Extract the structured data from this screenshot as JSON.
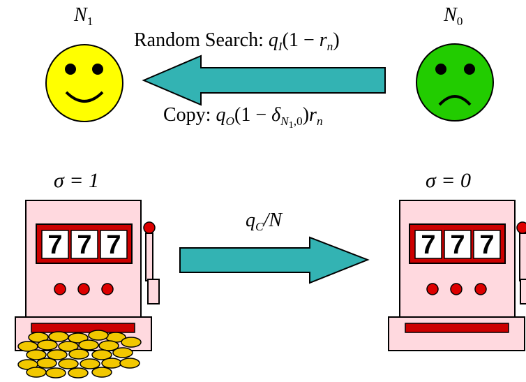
{
  "top": {
    "left_agent": {
      "label_var": "N",
      "label_sub": "1",
      "mood": "happy",
      "color": "#ffff00"
    },
    "right_agent": {
      "label_var": "N",
      "label_sub": "0",
      "mood": "sad",
      "color": "#22cc00"
    },
    "arrow_color": "#33b3b3",
    "random_search": {
      "prefix": "Random Search: ",
      "q": "q",
      "q_sub": "I",
      "open": "(1 − ",
      "r": "r",
      "r_sub": "n",
      "close": ")"
    },
    "copy": {
      "prefix": "Copy: ",
      "q": "q",
      "q_sub": "O",
      "open": "(1 − ",
      "delta": "δ",
      "delta_sub": "N",
      "delta_subsub": "1",
      "delta_sub_rest": ",0",
      "close": ")",
      "r": "r",
      "r_sub": "n"
    }
  },
  "bottom": {
    "left_machine": {
      "sigma_label": "σ = 1",
      "reels": [
        "7",
        "7",
        "7"
      ],
      "has_coins": true
    },
    "right_machine": {
      "sigma_label": "σ = 0",
      "reels": [
        "7",
        "7",
        "7"
      ],
      "has_coins": false
    },
    "transition": {
      "q": "q",
      "q_sub": "C",
      "rest": "/N"
    },
    "arrow_color": "#33b3b3",
    "machine_color": "#ffd9df",
    "frame_color": "#cc0000"
  }
}
